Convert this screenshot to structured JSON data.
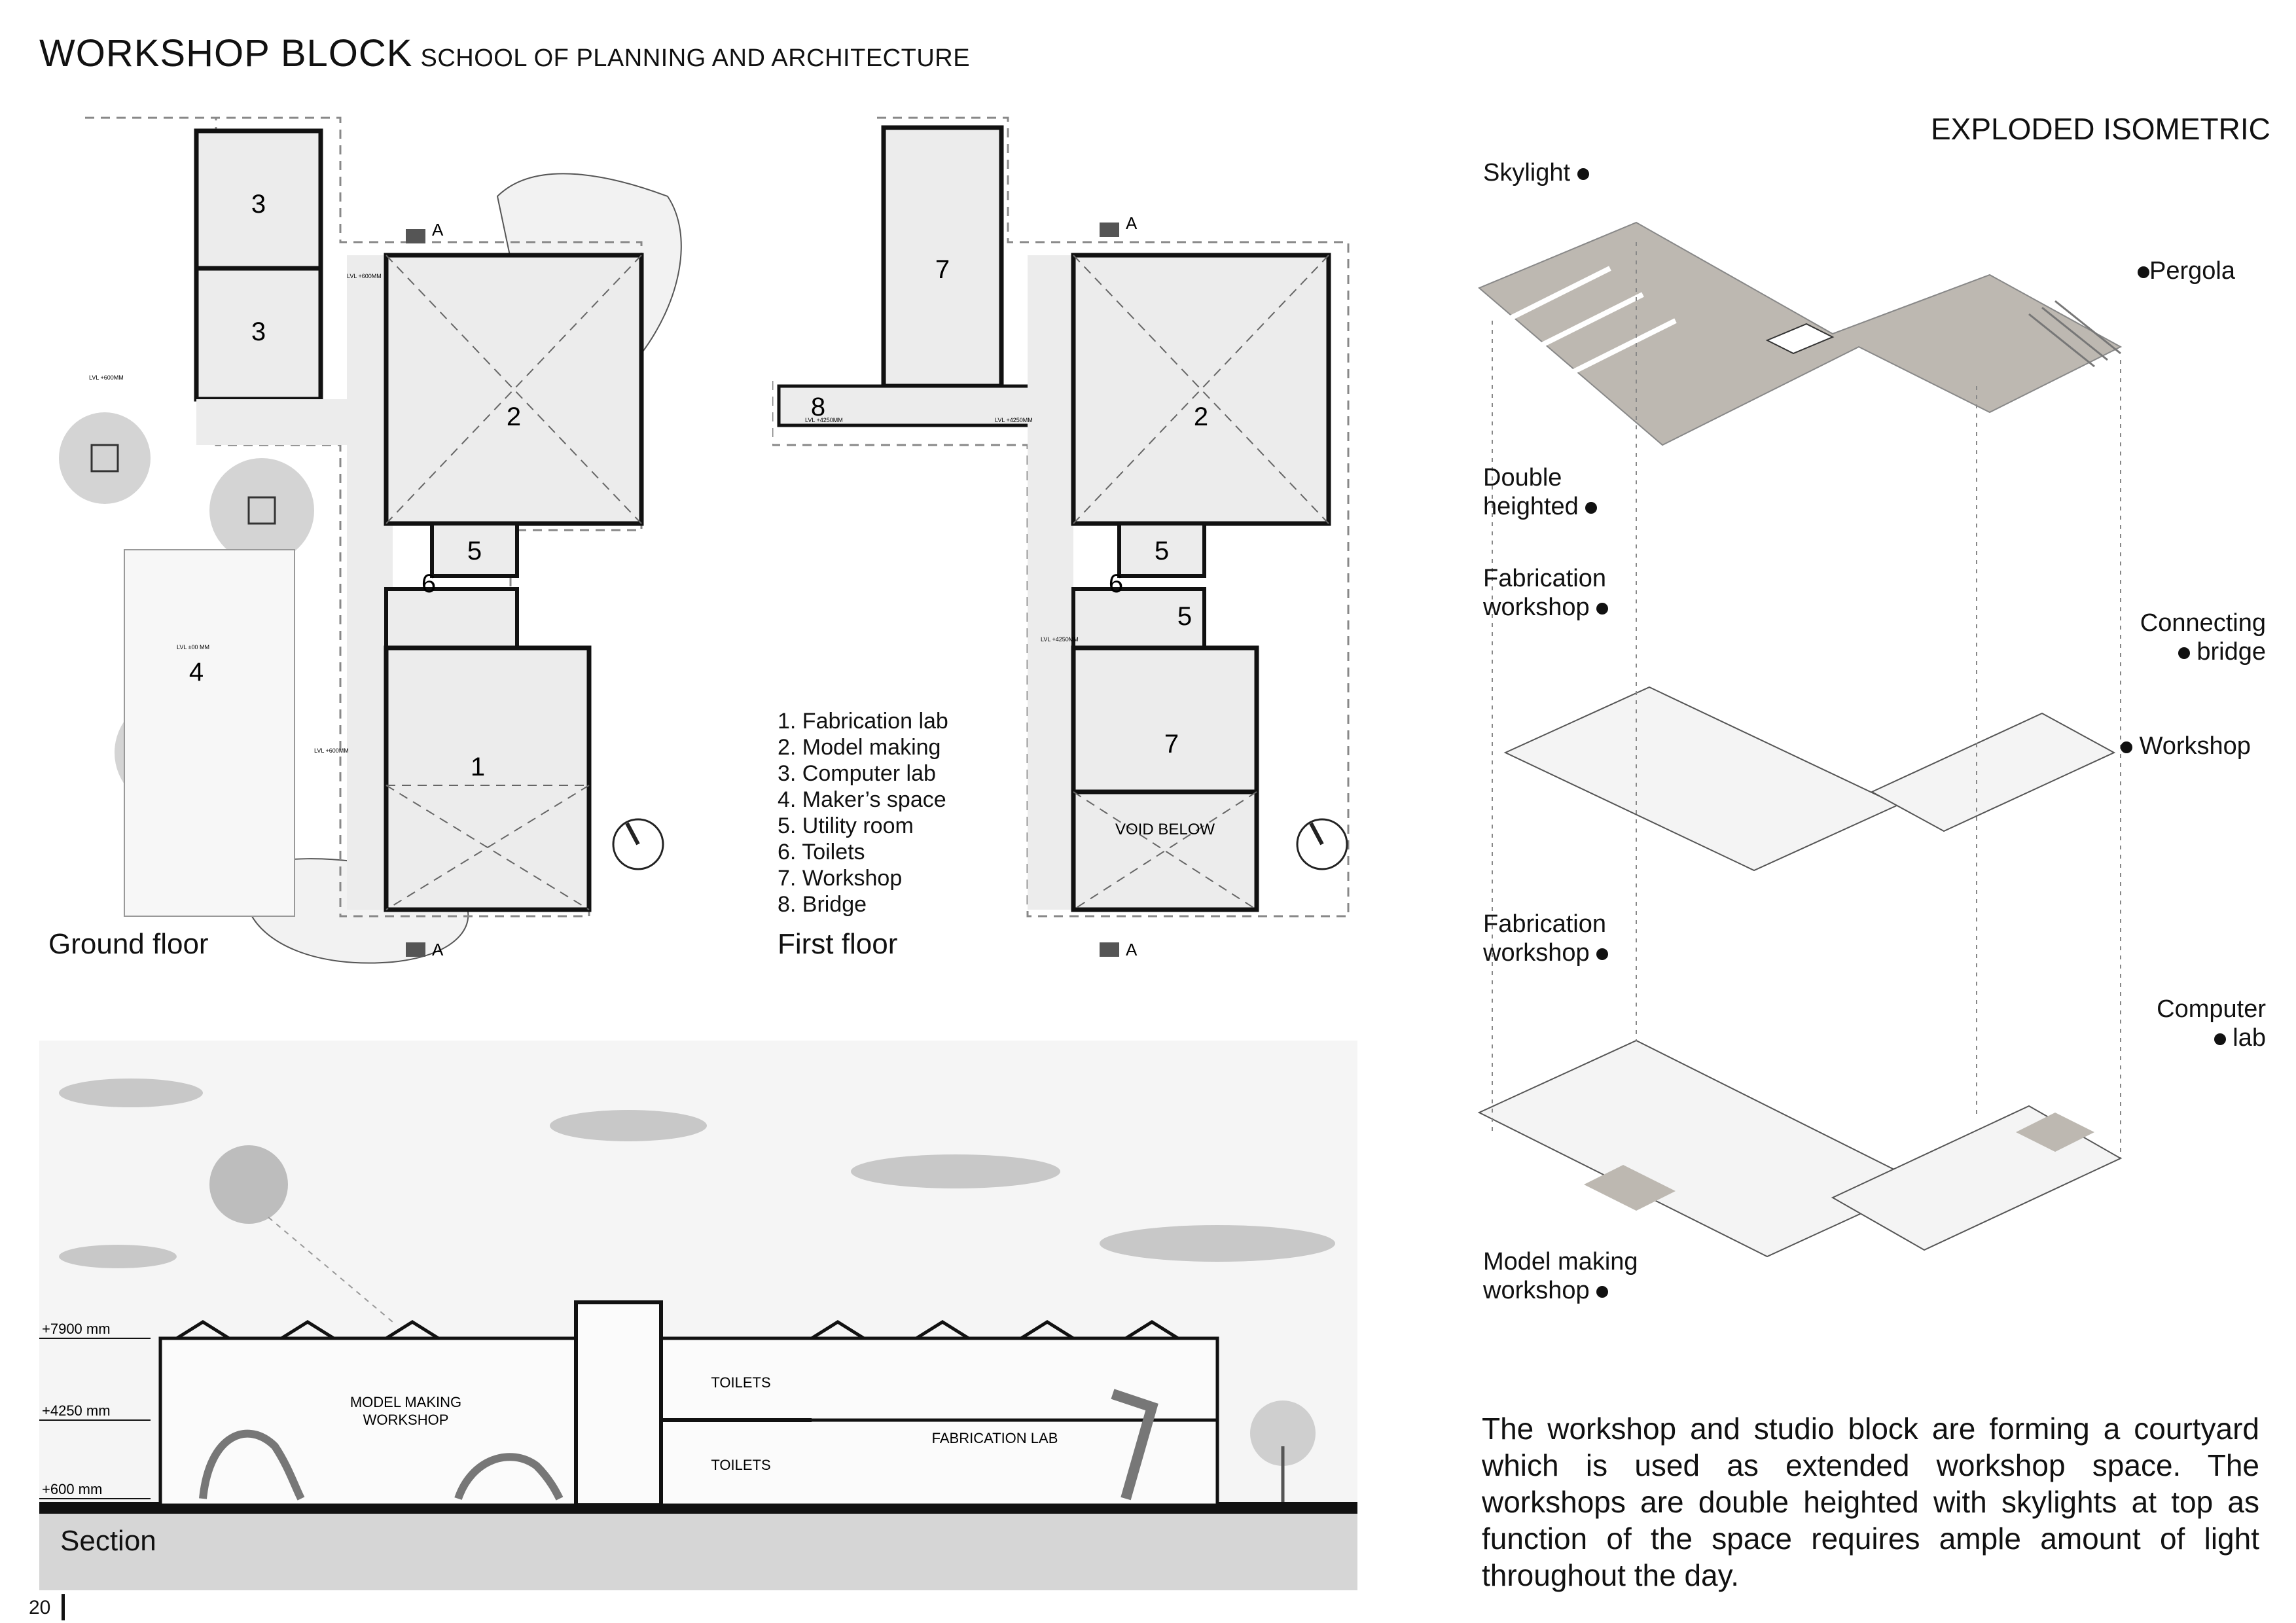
{
  "header": {
    "title": "WORKSHOP BLOCK",
    "subtitle": "SCHOOL OF PLANNING AND ARCHITECTURE"
  },
  "ground_floor": {
    "caption": "Ground floor",
    "room_numbers": [
      "3",
      "3",
      "2",
      "5",
      "6",
      "1",
      "4"
    ],
    "section_marker": "A",
    "level_labels": [
      "LVL +600MM",
      "LVL +600MM",
      "LVL ±00 MM",
      "LVL +600MM"
    ]
  },
  "first_floor": {
    "caption": "First floor",
    "room_numbers": [
      "7",
      "8",
      "2",
      "5",
      "6",
      "5",
      "7"
    ],
    "void_label": "VOID BELOW",
    "section_marker": "A",
    "level_labels": [
      "LVL +4250MM",
      "LVL +4250MM",
      "LVL +4250MM"
    ]
  },
  "legend": [
    "1. Fabrication lab",
    "2. Model making",
    "3. Computer lab",
    "4. Maker’s space",
    "5. Utility room",
    "6. Toilets",
    "7. Workshop",
    "8. Bridge"
  ],
  "section": {
    "caption": "Section",
    "levels": [
      "+7900 mm",
      "+4250 mm",
      "+600 mm"
    ],
    "labels": {
      "model_making": "MODEL MAKING\nWORKSHOP",
      "toilets": "TOILETS",
      "fabrication": "FABRICATION LAB"
    }
  },
  "isometric": {
    "heading": "EXPLODED ISOMETRIC",
    "labels": {
      "skylight": "Skylight",
      "pergola": "Pergola",
      "double_heighted": "Double\nheighted",
      "fabrication_workshop_upper": "Fabrication\nworkshop",
      "connecting_bridge": "Connecting\nbridge",
      "workshop": "Workshop",
      "fabrication_workshop_lower": "Fabrication\nworkshop",
      "computer_lab": "Computer\nlab",
      "model_making_workshop": "Model making\nworkshop"
    }
  },
  "description": "The workshop and studio block are forming a courtyard which is used as extended workshop space. The workshops are double heighted with skylights at top as function of the space requires ample amount of light throughout the day.",
  "page_number": "20",
  "colors": {
    "wall": "#111111",
    "floor_fill": "#ececec",
    "slab_fill": "#bdb8b1",
    "sky": "#f4f4f4",
    "ground": "#d9d9d9"
  }
}
